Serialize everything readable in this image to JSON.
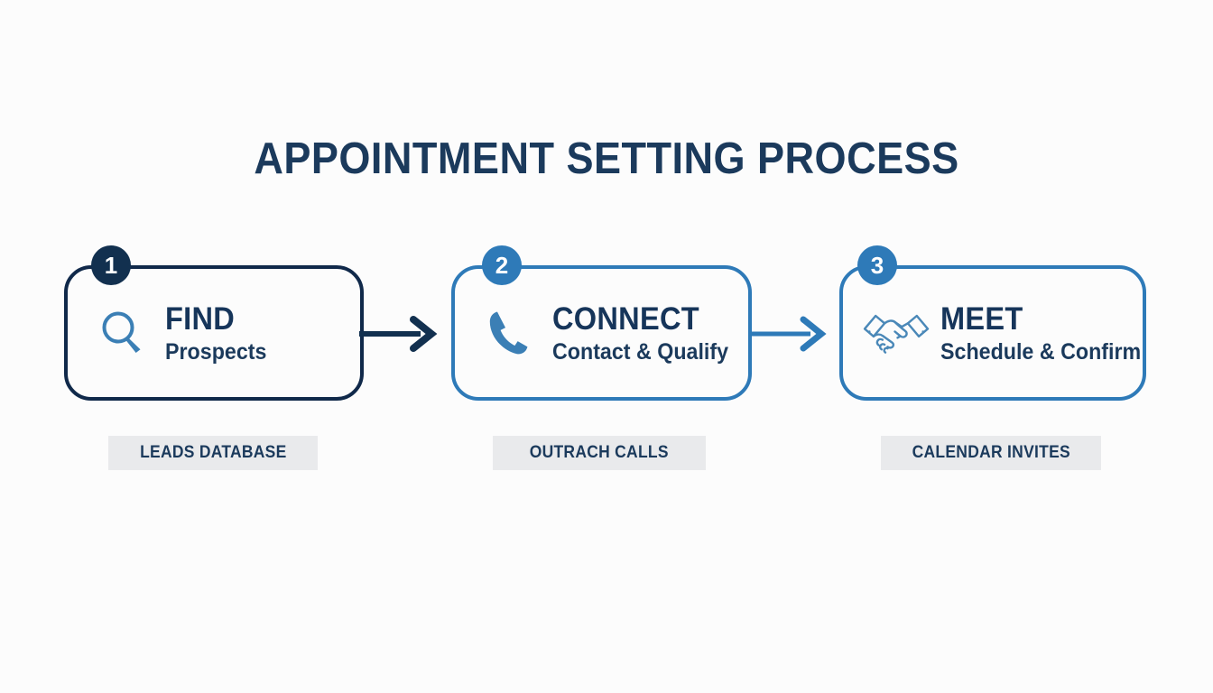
{
  "page": {
    "title": "APPOINTMENT SETTING PROCESS",
    "background_color": "#fcfcfc"
  },
  "colors": {
    "navy": "#10294a",
    "navy_text": "#16355a",
    "blue": "#2e7ab8",
    "tag_background": "#e9eaec",
    "badge_text": "#ffffff"
  },
  "steps": [
    {
      "number": "1",
      "title": "FIND",
      "subtitle": "Prospects",
      "icon": "magnifying-glass-icon",
      "caption": "LEADS DATABASE",
      "accent_color": "#10294a"
    },
    {
      "number": "2",
      "title": "CONNECT",
      "subtitle": "Contact & Qualify",
      "icon": "phone-handset-icon",
      "caption": "OUTRACH CALLS",
      "accent_color": "#2e7ab8"
    },
    {
      "number": "3",
      "title": "MEET",
      "subtitle": "Schedule & Confirm",
      "icon": "handshake-icon",
      "caption": "CALENDAR INVITES",
      "accent_color": "#2e7ab8"
    }
  ],
  "connectors": [
    {
      "name": "arrow-step1-to-step2",
      "color": "#12304f"
    },
    {
      "name": "arrow-step2-to-step3",
      "color": "#2e7ab8"
    }
  ]
}
